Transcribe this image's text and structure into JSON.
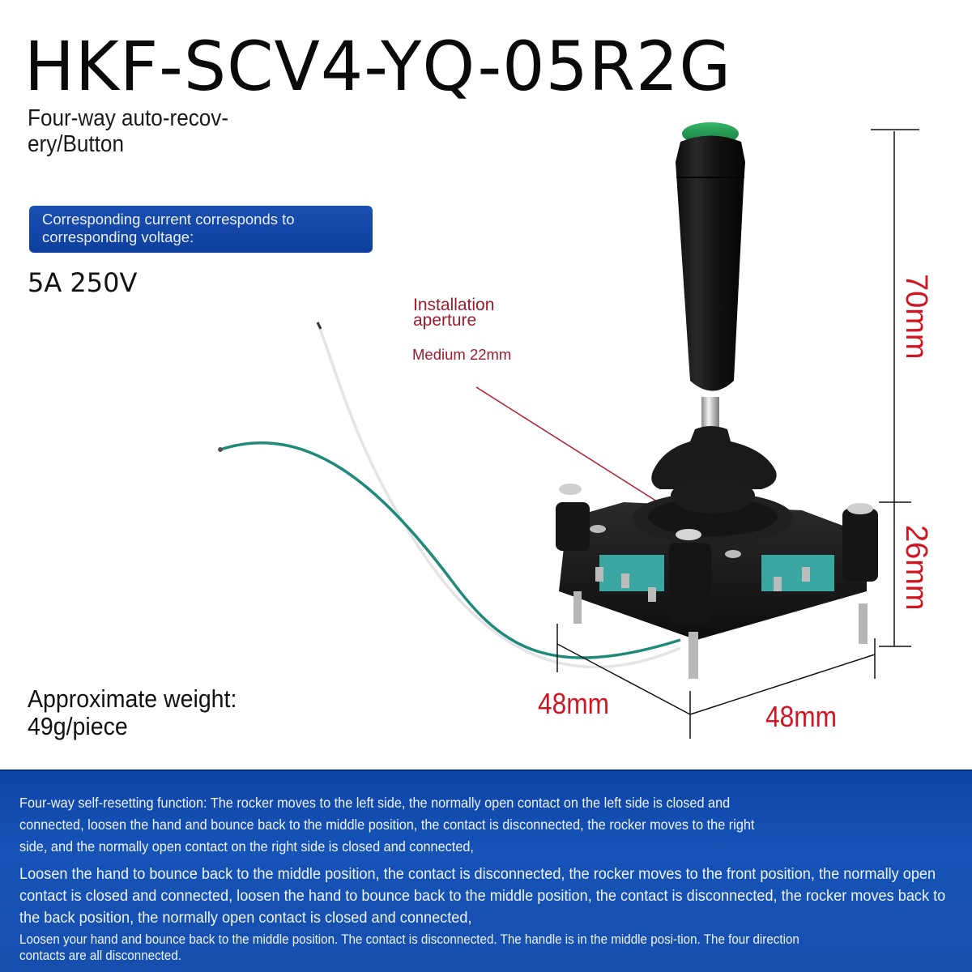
{
  "header": {
    "model": "HKF-SCV4-YQ-05R2G",
    "subtitle": "Four-way auto-recov-ery/Button"
  },
  "specs": {
    "rating_label": "Corresponding current corresponds to corresponding voltage:",
    "rating_value": "5A 250V",
    "weight_label": "Approximate weight:",
    "weight_value": "49g/piece"
  },
  "annotations": {
    "aperture_label_line1": "Installation",
    "aperture_label_line2": "aperture",
    "aperture_size": "Medium 22mm",
    "dim_handle_height": "70mm",
    "dim_base_height": "26mm",
    "dim_depth": "48mm",
    "dim_width": "48mm"
  },
  "product": {
    "name": "joystick-switch",
    "button_color": "#1f8f4a",
    "handle_color": "#1a1a1a",
    "microswitch_color": "#3aa7a2",
    "wire_colors": [
      "#1f8f7a",
      "#e6e6e6"
    ]
  },
  "description": {
    "paragraph1": "Four-way self-resetting function: The rocker moves to the left side, the normally open contact on the left side is closed and connected, loosen the hand and bounce back to the middle position, the contact is disconnected, the rocker moves to the right side, and the normally open contact on the right side is closed and connected,",
    "paragraph2": "Loosen the hand to bounce back to the middle position, the contact is disconnected, the rocker moves to the front position, the normally open contact is closed and connected, loosen the hand to bounce back to the middle position, the contact is disconnected, the rocker moves back to the back position, the normally open contact is closed and connected,",
    "paragraph3": "Loosen your hand and bounce back to the middle position. The contact is disconnected. The handle is in the middle posi-tion. The four direction contacts are all disconnected."
  },
  "colors": {
    "panel_blue": "#1450b0",
    "dimension_red": "#d01622",
    "annotation_red": "#9a1b2c"
  }
}
